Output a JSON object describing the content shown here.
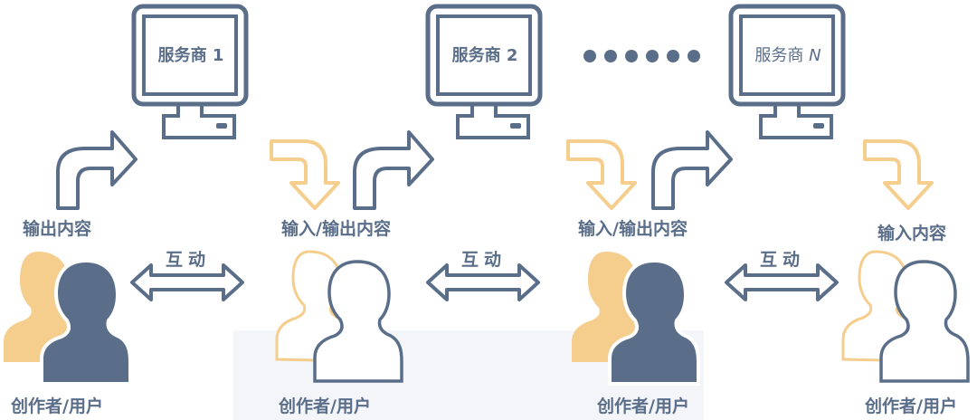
{
  "colors": {
    "primary": "#5a6e8a",
    "accent": "#f5cd8c",
    "background": "#ffffff",
    "panel": "#f3f5f9"
  },
  "servers": [
    {
      "name": "服务商",
      "suffix": "1"
    },
    {
      "name": "服务商",
      "suffix": "2"
    },
    {
      "name": "服务商",
      "suffix": "N"
    }
  ],
  "ellipsis": "••••••",
  "flow_labels": [
    "输出内容",
    "输入/输出内容",
    "输入/输出内容",
    "输入内容"
  ],
  "interaction_label": "互动",
  "user_label": "创作者/用户"
}
